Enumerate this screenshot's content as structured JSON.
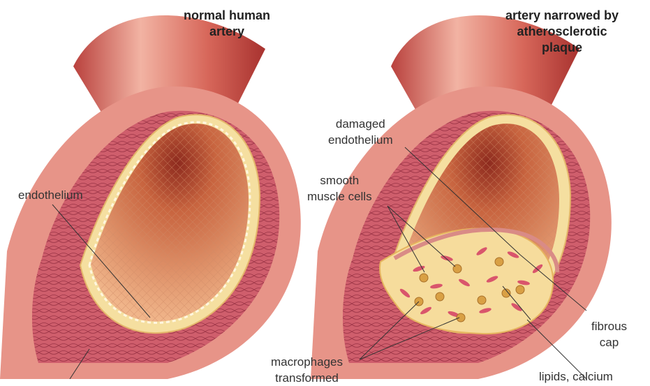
{
  "left_title": [
    "normal human",
    "artery"
  ],
  "right_title": [
    "artery narrowed by",
    "atherosclerotic",
    "plaque"
  ],
  "labels": {
    "endothelium": "endothelium",
    "damaged_endothelium": [
      "damaged",
      "endothelium"
    ],
    "smooth_muscle_cells": [
      "smooth",
      "muscle cells"
    ],
    "fibrous_cap": [
      "fibrous",
      "cap"
    ],
    "macrophages": [
      "macrophages",
      "transformed"
    ],
    "lipids_calcium": "lipids, calcium"
  },
  "colors": {
    "outer_wall": "#e79488",
    "muscle_layer": "#cf5e6c",
    "endothelium": "#f5dfa0",
    "lumen": "#e9a377",
    "plaque": "#f6dc9c",
    "cell": "#d9556c",
    "macrophage": "#d9a044"
  }
}
